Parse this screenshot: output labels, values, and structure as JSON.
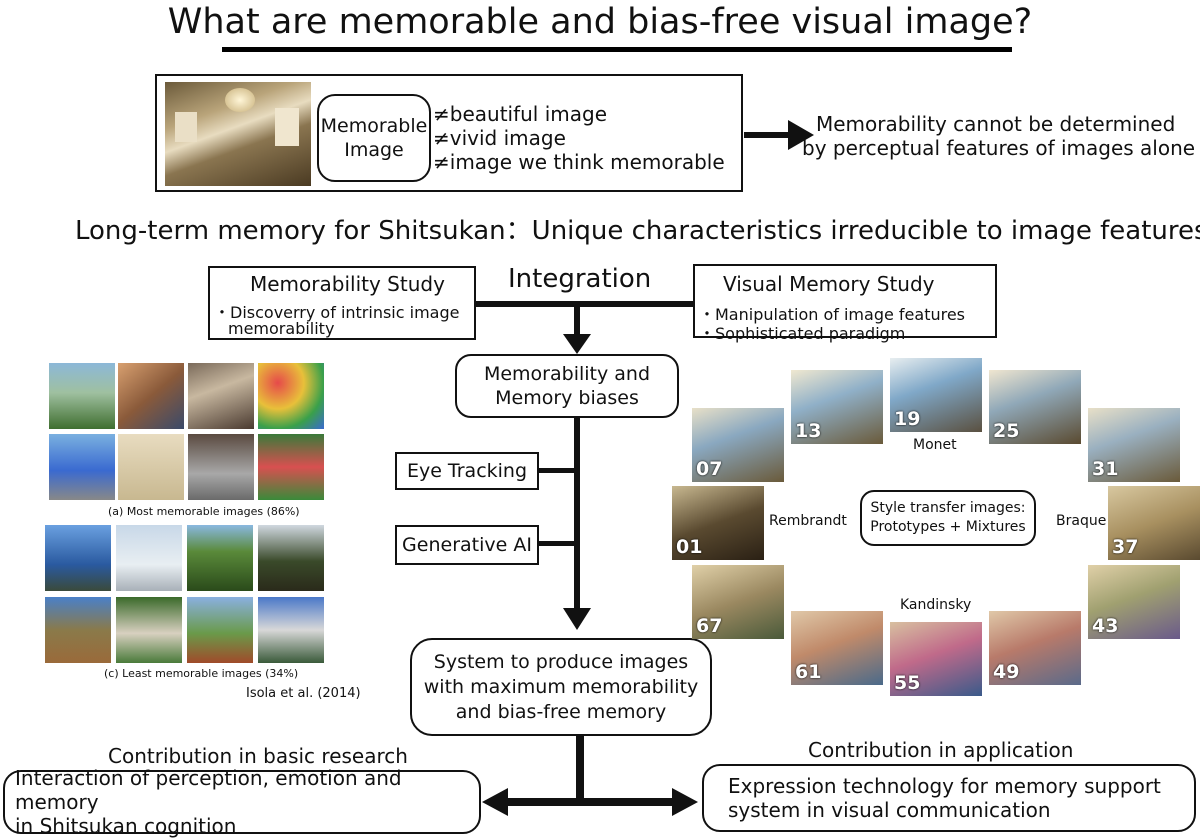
{
  "title": "What are memorable and bias-free visual image?",
  "top_box": {
    "label_line1": "Memorable",
    "label_line2": "Image",
    "items": [
      "≠beautiful image",
      "≠vivid image",
      "≠image we think memorable"
    ],
    "conclusion_line1": "Memorability cannot be determined",
    "conclusion_line2": "by perceptual features of images alone"
  },
  "subtitle": "Long-term memory for Shitsukan：Unique characteristics irreducible to image features",
  "memorability_study": {
    "heading": "Memorability Study",
    "bullet_line1": "・Discoverry of intrinsic image",
    "bullet_line2": "memorability"
  },
  "integration": "Integration",
  "visual_memory_study": {
    "heading": "Visual Memory Study",
    "bullet1": "・Manipulation of image features",
    "bullet2": "・Sophisticated paradigm"
  },
  "memorability_biases": {
    "line1": "Memorability and",
    "line2": "Memory biases"
  },
  "eye_tracking": "Eye Tracking",
  "generative_ai": "Generative AI",
  "system_box": {
    "line1": "System to produce images",
    "line2": "with maximum memorability",
    "line3": "and bias-free memory"
  },
  "isola": {
    "caption_most": "(a) Most memorable images (86%)",
    "caption_least": "(c) Least memorable images (34%)",
    "citation": "Isola et al. (2014)"
  },
  "style_transfer": {
    "center_line1": "Style transfer images:",
    "center_line2": "Prototypes + Mixtures",
    "labels": {
      "monet": "Monet",
      "rembrandt": "Rembrandt",
      "braque": "Braque",
      "kandinsky": "Kandinsky"
    },
    "numbers": [
      "07",
      "13",
      "19",
      "25",
      "31",
      "01",
      "37",
      "67",
      "61",
      "55",
      "49",
      "43"
    ]
  },
  "contribution_basic": {
    "heading": "Contribution in basic research",
    "line1": "Interaction of perception, emotion and memory",
    "line2": "in Shitsukan cognition"
  },
  "contribution_application": {
    "heading": "Contribution in application",
    "line1": "Expression technology for memory support",
    "line2": "system in visual communication"
  }
}
